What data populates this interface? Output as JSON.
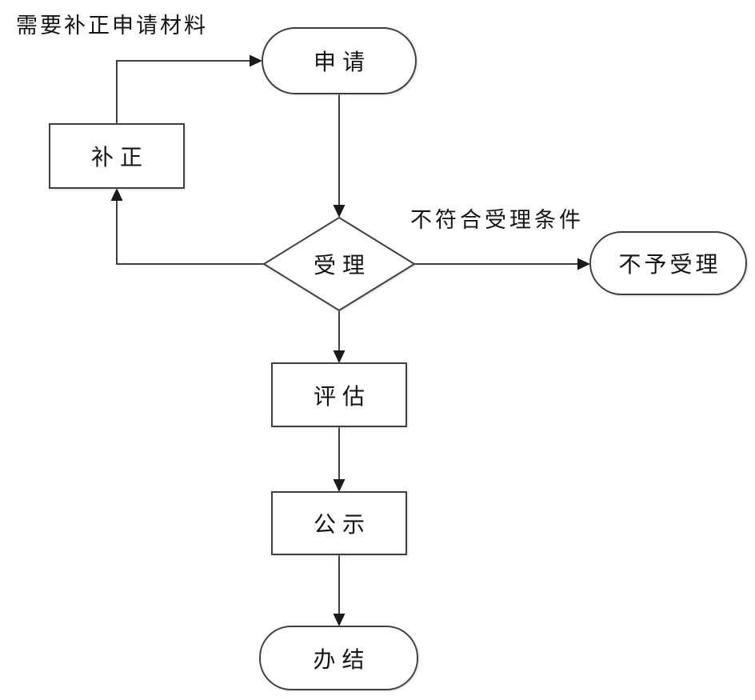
{
  "diagram": {
    "title_hint": "administrative approval process flowchart",
    "background_color": "#ffffff",
    "shape_stroke_color": "#404040",
    "arrow_color": "#1a1a1a",
    "text_color": "#141414",
    "annotations": {
      "top_note": {
        "text": "需要补正申请材料"
      },
      "condition_note": {
        "text": "不符合受理条件"
      }
    },
    "nodes": {
      "apply": {
        "label": "申请",
        "type": "stadium"
      },
      "correction": {
        "label": "补正",
        "type": "rect"
      },
      "accept": {
        "label": "受理",
        "type": "diamond"
      },
      "reject": {
        "label": "不予受理",
        "type": "stadium"
      },
      "evaluate": {
        "label": "评估",
        "type": "rect"
      },
      "publicize": {
        "label": "公示",
        "type": "rect"
      },
      "complete": {
        "label": "办结",
        "type": "stadium"
      }
    },
    "edges": [
      {
        "from": "apply",
        "to": "accept",
        "label": ""
      },
      {
        "from": "accept",
        "to": "reject",
        "label": "不符合受理条件"
      },
      {
        "from": "accept",
        "to": "correction",
        "label": "需要补正申请材料"
      },
      {
        "from": "correction",
        "to": "apply",
        "label": ""
      },
      {
        "from": "accept",
        "to": "evaluate",
        "label": ""
      },
      {
        "from": "evaluate",
        "to": "publicize",
        "label": ""
      },
      {
        "from": "publicize",
        "to": "complete",
        "label": ""
      }
    ]
  }
}
